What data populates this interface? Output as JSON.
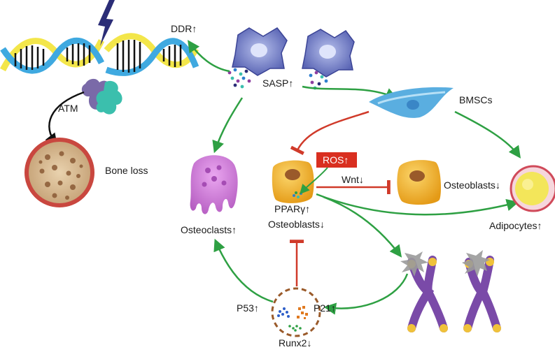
{
  "labels": {
    "ddr": "DDR↑",
    "sasp": "SASP↑",
    "atm": "ATM",
    "bone_loss": "Bone loss",
    "bmscs": "BMSCs",
    "ros": "ROS↑",
    "wnt": "Wnt↓",
    "ppar": "PPARγ↑",
    "osteoblasts_left": "Osteoblasts↓",
    "osteoblasts_right": "Osteoblasts↓",
    "osteoclasts": "Osteoclasts↑",
    "adipocytes": "Adipocytes↑",
    "p53": "P53↑",
    "p21": "P21↑",
    "runx2": "Runx2↓"
  },
  "colors": {
    "activation_arrow": "#2ea043",
    "inhibition_arrow": "#d03a2a",
    "dna_yellow": "#f3e64a",
    "dna_blue": "#3fa9e0",
    "senescent_cell": "#6a76c0",
    "bmsc": "#5aaee0",
    "osteoblast": "#f0b52a",
    "osteoclast": "#d078d8",
    "adipocyte": "#f3e65a",
    "bone": "#c9473f",
    "chromosome": "#7a4aa8",
    "ros_box": "#d92f20"
  }
}
